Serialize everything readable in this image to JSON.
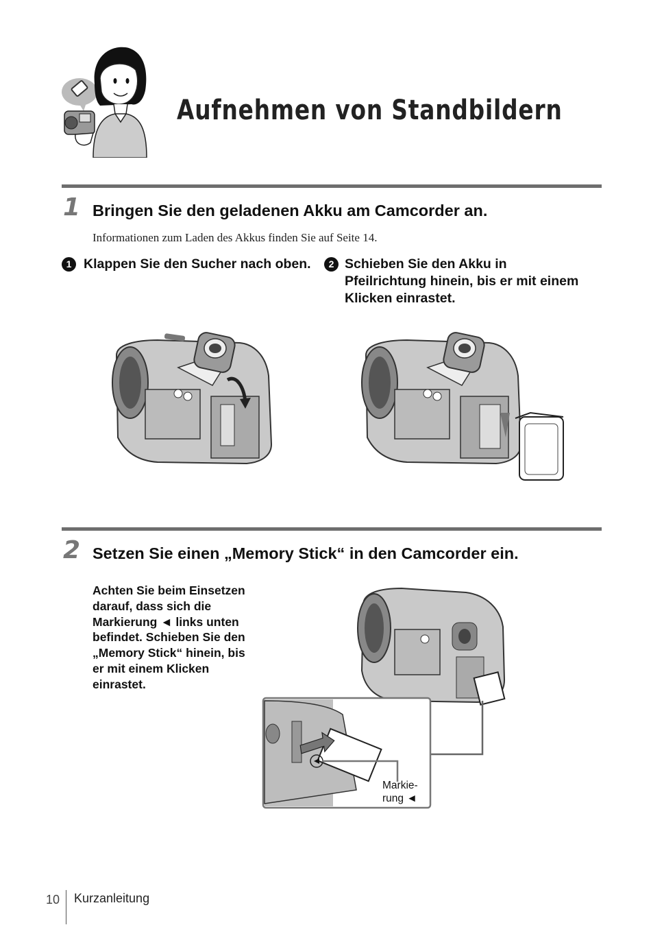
{
  "page": {
    "title": "Aufnehmen von Standbildern"
  },
  "steps": [
    {
      "number": "1",
      "title": "Bringen Sie den geladenen Akku am Camcorder an.",
      "info": "Informationen zum Laden des Akkus finden Sie auf Seite 14.",
      "substeps": [
        {
          "bullet": "1",
          "text": "Klappen Sie den Sucher nach oben."
        },
        {
          "bullet": "2",
          "text": "Schieben Sie den Akku in\nPfeilrichtung hinein, bis er mit einem\nKlicken einrastet."
        }
      ]
    },
    {
      "number": "2",
      "title": "Setzen Sie einen „Memory Stick“ in den Camcorder ein.",
      "body": "Achten Sie beim Einsetzen\ndarauf, dass sich die\nMarkierung ◄ links unten\nbefindet. Schieben Sie den\n„Memory Stick“ hinein, bis\ner mit einem Klicken\neinrastet.",
      "callout": "Markie-\nrung ◄"
    }
  ],
  "footer": {
    "page_number": "10",
    "section": "Kurzanleitung"
  }
}
